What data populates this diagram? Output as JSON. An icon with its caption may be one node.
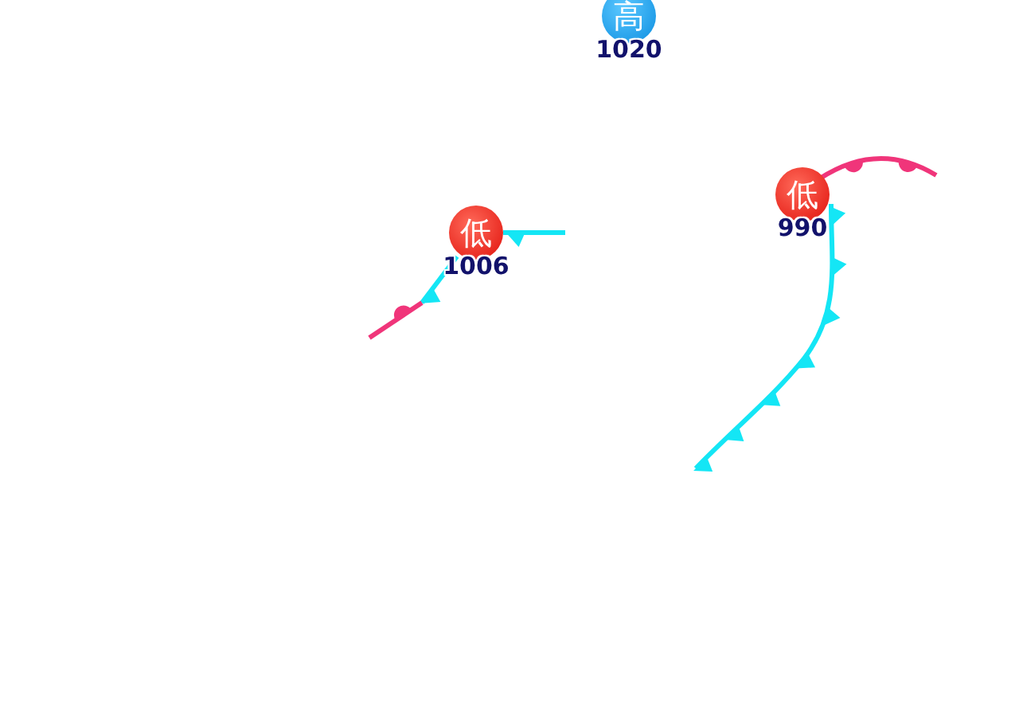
{
  "diagram": {
    "nodes": [
      {
        "text": [
          "高"
        ],
        "beside": [
          "1020"
        ]
      },
      {
        "text": [
          "低"
        ],
        "beside": [
          "1006"
        ]
      },
      {
        "text": [
          "低"
        ],
        "beside": [
          "990"
        ]
      }
    ]
  }
}
